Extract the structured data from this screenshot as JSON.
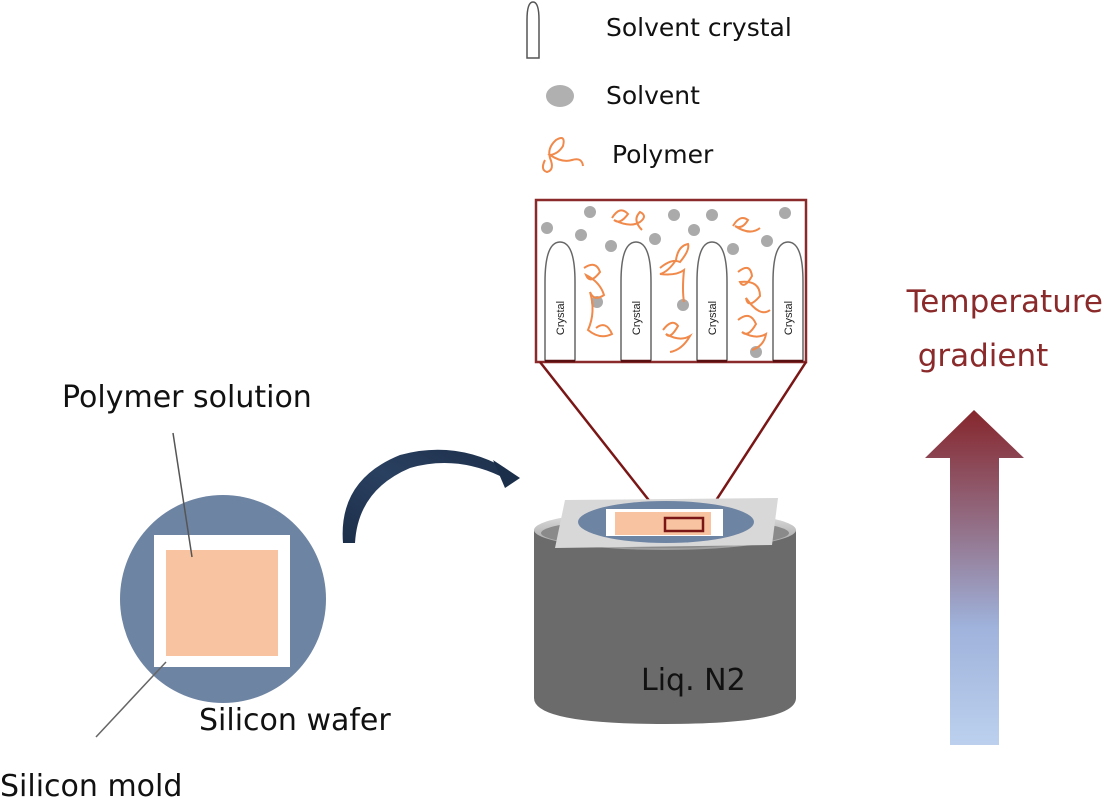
{
  "legend": {
    "items": [
      {
        "icon": "crystal-icon",
        "label": "Solvent crystal"
      },
      {
        "icon": "solvent-dot-icon",
        "label": "Solvent"
      },
      {
        "icon": "polymer-coil-icon",
        "label": "Polymer"
      }
    ]
  },
  "inset": {
    "crystal_label": "Crystal",
    "crystal_count": 4
  },
  "labels": {
    "polymer_solution": "Polymer solution",
    "silicon_wafer": "Silicon wafer",
    "silicon_mold": "Silicon mold",
    "liquid_nitrogen": "Liq. N2",
    "temperature_line1": "Temperature",
    "temperature_line2": "gradient"
  },
  "colors": {
    "wafer": "#6e84a3",
    "polymer_solution": "#f8c3a0",
    "polymer_coil": "#f0894a",
    "solvent_dot": "#b0b0b0",
    "dewar_body": "#6b6b6b",
    "inset_border": "#8b2a2a",
    "transfer_arrow": "#1c2f4a",
    "gradient_hot": "#8b2a2a",
    "gradient_cold": "#a9c1e6"
  }
}
